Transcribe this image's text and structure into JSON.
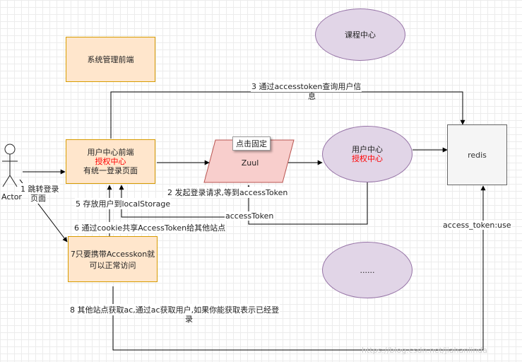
{
  "nodes": {
    "course_center": "课程中心",
    "admin_frontend": "系统管理前端",
    "user_center_frontend_line1": "用户中心前端",
    "user_center_frontend_red": "授权中心",
    "user_center_frontend_line2": "有统一登录页面",
    "zuul": "Zuul",
    "user_center_line1": "用户中心",
    "user_center_red": "授权中心",
    "redis": "redis",
    "access_box": "7只要携带Accesskon就可以正常访问",
    "ellipsis": "......",
    "actor": "Actor"
  },
  "tooltip": "点击固定",
  "edges": {
    "e1_line1": "1 跳转登录",
    "e1_line2": "页面",
    "e2": "2 发起登录请求,等到accessToken",
    "e3_line1": "3 通过accesstoken查询用户信",
    "e3_line2": "息",
    "e4": "accessToken",
    "e5": "5 存放用户到localStorage",
    "e6": "6 通过cookie共享AccessToken给其他站点",
    "e7": "access_token:use",
    "e8_line1": "8 其他站点获取ac,通过ac获取用户,如果你能获取表示已经登",
    "e8_line2": "录"
  },
  "watermark": "https://blog.csdn.net/jiahanlinda",
  "colors": {
    "orange_fill": "#ffe6cc",
    "orange_stroke": "#d79b00",
    "purple_fill": "#e1d5e7",
    "purple_stroke": "#9673a6",
    "zuul_fill": "#f8cecc",
    "zuul_stroke": "#b85450",
    "redis_fill": "#f5f5f5",
    "accent_red": "#ff0000"
  }
}
